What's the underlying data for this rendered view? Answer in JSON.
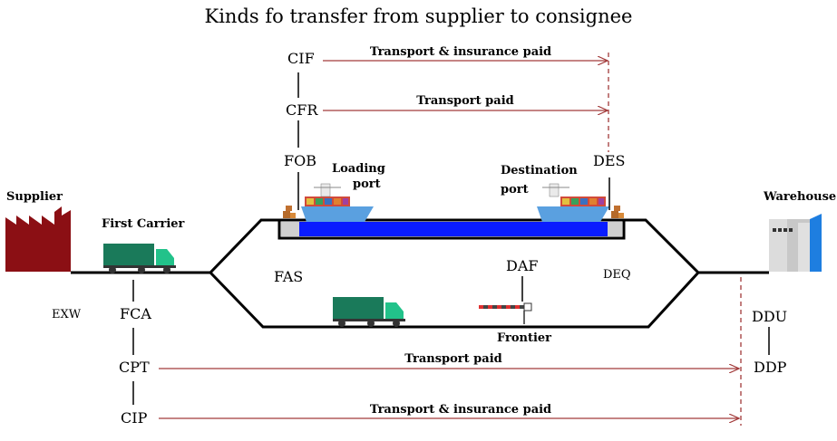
{
  "title": "Kinds fo transfer from supplier to consignee",
  "places": {
    "supplier": "Supplier",
    "warehouse": "Warehouse",
    "first_carrier": "First Carrier",
    "loading_port_line1": "Loading",
    "loading_port_line2": "port",
    "destination_port_line1": "Destination",
    "destination_port_line2": "port",
    "frontier": "Frontier"
  },
  "terms": {
    "cif": "CIF",
    "cfr": "CFR",
    "fob": "FOB",
    "des": "DES",
    "fas": "FAS",
    "deq": "DEQ",
    "daf": "DAF",
    "exw": "EXW",
    "fca": "FCA",
    "cpt": "CPT",
    "cip": "CIP",
    "ddu": "DDU",
    "ddp": "DDP"
  },
  "arrows": {
    "cif": "Transport & insurance paid",
    "cfr": "Transport paid",
    "cpt": "Transport paid",
    "cip": "Transport & insurance paid"
  },
  "colors": {
    "arrow": "#a23a3a",
    "water": "#0a1cff",
    "factory": "#8b0f14",
    "truck": "#1a7a5a",
    "truck_cab": "#22c28a",
    "warehouse": "#c8c8c8",
    "warehouse_door": "#1e7ee0",
    "route": "#000000"
  },
  "icons": {
    "factory": "factory-icon",
    "truck": "truck-icon",
    "ship": "cargo-ship-icon",
    "barrier": "border-barrier-icon",
    "warehouse": "warehouse-icon"
  }
}
